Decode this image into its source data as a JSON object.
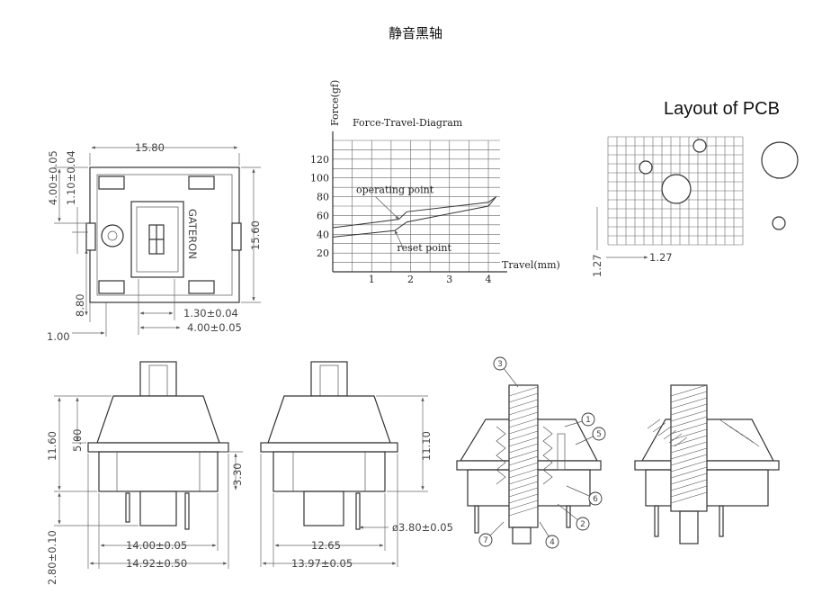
{
  "title": "静音黑轴",
  "pcb": {
    "title": "Layout of PCB",
    "pitch_h": "1.27",
    "pitch_v": "1.27"
  },
  "top_view": {
    "width_label": "15.80",
    "height_label": "15.60",
    "left_dims": [
      "4.00±0.05",
      "1.10±0.04",
      "8.80",
      "1.00"
    ],
    "bottom_dims": [
      "1.30±0.04",
      "4.00±0.05"
    ],
    "brand": "GATERON"
  },
  "front_view": {
    "height_label": "11.60",
    "mid_label": "5.00",
    "pin_label": "3.30",
    "stem_label": "2.80±0.10",
    "width_labels": [
      "14.00±0.05",
      "14.92±0.50"
    ]
  },
  "side_view": {
    "height_label": "11.10",
    "width_labels": [
      "12.65",
      "13.97±0.05"
    ],
    "post_label": "ø3.80±0.05"
  },
  "section_view": {
    "callouts": [
      "1",
      "2",
      "3",
      "4",
      "5",
      "6",
      "7"
    ]
  },
  "chart_data": {
    "type": "line",
    "title": "Force-Travel-Diagram",
    "xlabel": "Travel(mm)",
    "ylabel": "Force(gf)",
    "xlim": [
      0,
      4.3
    ],
    "ylim": [
      0,
      140
    ],
    "xticks": [
      1,
      2,
      3,
      4
    ],
    "yticks": [
      20,
      40,
      60,
      80,
      100,
      120
    ],
    "grid": true,
    "series": [
      {
        "x": [
          0,
          1.7,
          1.9,
          4,
          4.2
        ],
        "y": [
          47,
          56,
          64,
          74,
          80
        ]
      },
      {
        "x": [
          0,
          1.6,
          1.9,
          4,
          4.2
        ],
        "y": [
          37,
          44,
          53,
          70,
          80
        ]
      }
    ],
    "annotations": [
      {
        "text": "operating point",
        "x": 1.7,
        "y": 56
      },
      {
        "text": "reset point",
        "x": 1.6,
        "y": 44
      }
    ]
  }
}
